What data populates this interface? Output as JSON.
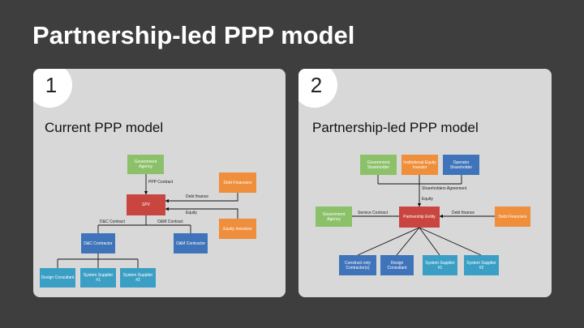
{
  "slide": {
    "title": "Partnership-led PPP model"
  },
  "panels": [
    {
      "number": "1",
      "title": "Current PPP model",
      "nodes": {
        "government_agency": "Government Agency",
        "spv": "SPV",
        "debt_financiers": "Debt Financiers",
        "equity_investors": "Equity Investors",
        "dc_contractor": "D&C Contractor",
        "om_contractor": "O&M Contractor",
        "design_consultant": "Design Consultant",
        "system_supplier_1": "System Supplier #1",
        "system_supplier_2": "System Supplier #2"
      },
      "labels": {
        "ppp_contract": "PPP Contract",
        "debt_finance": "Debt finance",
        "equity": "Equity",
        "dc_contract": "D&C Contract",
        "om_contract": "O&M Contract"
      }
    },
    {
      "number": "2",
      "title": "Partnership-led PPP model",
      "nodes": {
        "government_shareholder": "Government Shareholder",
        "institutional_equity_investor": "Institutional Equity Investor",
        "operator_shareholder": "Operator Shareholder",
        "government_agency": "Government Agency",
        "partnership_entity": "Partnership Entity",
        "debt_financiers": "Debt Financiers",
        "construct_only_contractors": "Construct only Contractor(s)",
        "design_consultant": "Design Consultant",
        "system_supplier_1": "System Supplier #1",
        "system_supplier_2": "System Supplier #2"
      },
      "labels": {
        "shareholders_agreement": "Shareholders Agreement",
        "equity": "Equity",
        "service_contract": "Service Contract",
        "debt_finance": "Debt finance"
      }
    }
  ]
}
